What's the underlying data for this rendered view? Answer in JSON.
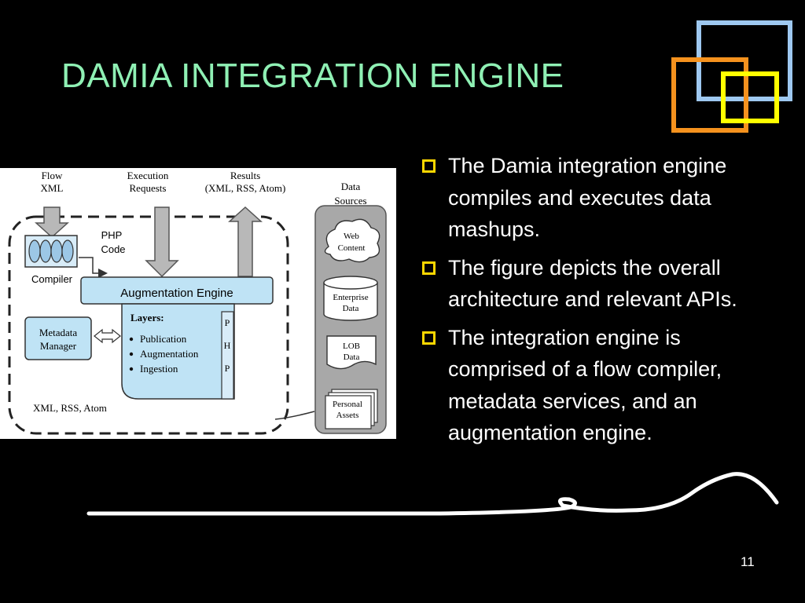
{
  "slide": {
    "title": "DAMIA INTEGRATION ENGINE",
    "slide_number": "11",
    "accent_colors": {
      "title": "#8ff0b4",
      "bullet": "#ffd700",
      "square_blue": "#9ec8f0",
      "square_orange": "#f5921e",
      "square_yellow": "#ffff00"
    }
  },
  "bullets": [
    "The Damia integration engine compiles and executes data mashups.",
    "The figure depicts  the overall  architecture  and relevant  APIs.",
    "The integration  engine  is comprised  of  a  flow compiler,  metadata services, and an augmentation engine."
  ],
  "figure": {
    "flow_xml_1": "Flow",
    "flow_xml_2": "XML",
    "execution_1": "Execution",
    "execution_2": "Requests",
    "results_1": "Results",
    "results_2": "(XML, RSS, Atom)",
    "data_sources_1": "Data",
    "data_sources_2": "Sources",
    "php_code_1": "PHP",
    "php_code_2": "Code",
    "compiler": "Compiler",
    "augmentation_engine": "Augmentation Engine",
    "layers_title": "Layers:",
    "layers": [
      "Publication",
      "Augmentation",
      "Ingestion"
    ],
    "php_vertical": [
      "P",
      "H",
      "P"
    ],
    "metadata_1": "Metadata",
    "metadata_2": "Manager",
    "xml_rss_atom": "XML, RSS, Atom",
    "web_content_1": "Web",
    "web_content_2": "Content",
    "enterprise_1": "Enterprise",
    "enterprise_2": "Data",
    "lob_1": "LOB",
    "lob_2": "Data",
    "personal_1": "Personal",
    "personal_2": "Assets"
  }
}
